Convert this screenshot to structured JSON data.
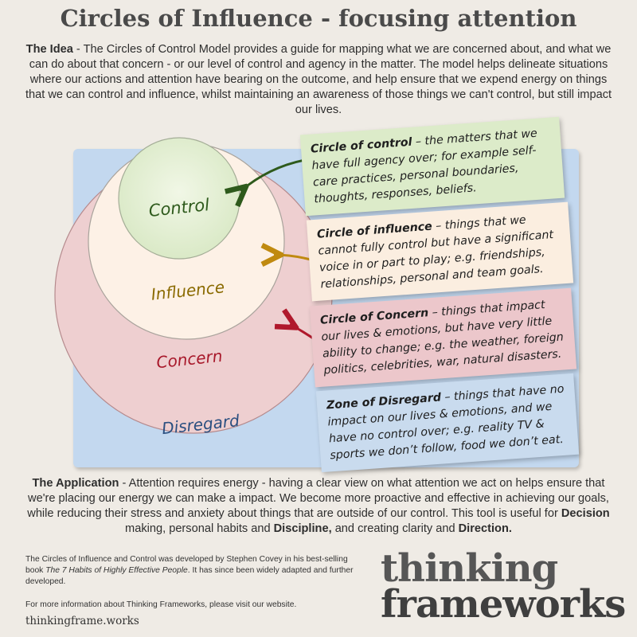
{
  "title": "Circles of Influence - focusing attention",
  "idea": {
    "label": "The Idea",
    "text": " - The Circles of Control Model provides a guide for mapping what we are concerned about, and what we can do about that concern - or our level of control and agency in the matter.  The model helps delineate situations where our actions and attention have bearing on the outcome, and help ensure that we expend energy on things that we can control and influence, whilst maintaining an awareness of those things we can't control, but still impact our lives."
  },
  "circles": {
    "control": "Control",
    "influence": "Influence",
    "concern": "Concern",
    "disregard": "Disregard"
  },
  "cards": {
    "control": {
      "heading": "Circle of control",
      "text": " – the matters that we have full agency over; for example self-care practices, personal boundaries, thoughts, responses, beliefs."
    },
    "influence": {
      "heading": "Circle of influence",
      "text": " – things that we cannot fully control but have a significant voice in or part to play; e.g. friendships, relationships, personal and team goals."
    },
    "concern": {
      "heading": "Circle of Concern",
      "text": " – things that impact our lives & emotions, but have very little ability to change; e.g. the weather, foreign politics, celebrities, war, natural disasters."
    },
    "disregard": {
      "heading": "Zone of Disregard",
      "text": " – things that have no impact on our lives & emotions, and we have no control over; e.g. reality TV & sports we don’t follow, food we don’t eat."
    }
  },
  "application": {
    "label": "The Application",
    "text1": " -  Attention requires energy - having a clear view on what attention we act on helps ensure that we're placing our energy we can make a impact. We become more proactive and effective in achieving our goals, while reducing their stress and anxiety about things that are outside of our control.  This tool is useful for ",
    "bold1": "Decision",
    "text2": " making, personal habits and ",
    "bold2": "Discipline,",
    "text3": " and creating clarity and ",
    "bold3": "Direction."
  },
  "footer": {
    "credit_pre": "The Circles of Influence and Control was developed by Stephen Covey in his best-selling book ",
    "credit_book": "The 7 Habits of Highly Effective People",
    "credit_post": ".  It has since been widely adapted and further developed.",
    "more_info": "For more information about Thinking Frameworks, please visit our website.",
    "website": "thinkingframe.works",
    "logo_line1": "thinking",
    "logo_line2": "frameworks"
  },
  "colors": {
    "control": "#2e5a1c",
    "influence": "#8a6a00",
    "concern": "#a8182a",
    "disregard": "#2a4f80"
  }
}
